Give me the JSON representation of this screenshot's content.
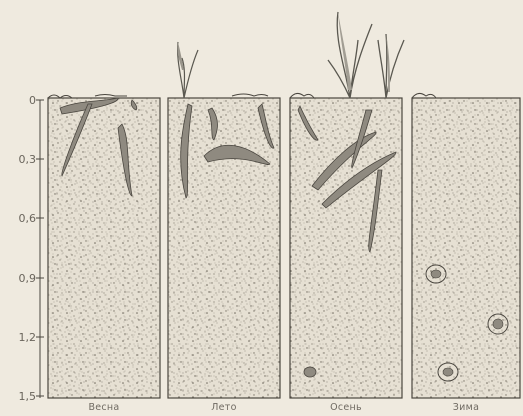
{
  "depth_labels": [
    "0",
    "0,3",
    "0,6",
    "0,9",
    "1,2",
    "1,5"
  ],
  "seasons": [
    "Весна",
    "Лето",
    "Осень",
    "Зима"
  ],
  "colors": {
    "paper": "#efeadf",
    "soil_fill": "#e6e0d3",
    "soil_speckle": "#7a7468",
    "outline": "#4a463f",
    "worm_fill": "#8f8a80",
    "grass": "#5a5850"
  }
}
